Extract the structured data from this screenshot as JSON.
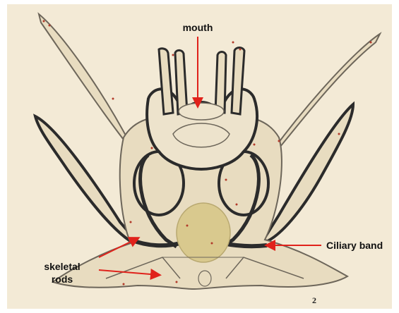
{
  "labels": {
    "mouth": "mouth",
    "ciliary_band": "Ciliary band",
    "skeletal_line1": "skeletal",
    "skeletal_line2": "rods",
    "figure_number": "2"
  },
  "colors": {
    "paper": "#f3ead6",
    "body_fill": "#e8dcc0",
    "body_stroke": "#6d665a",
    "band": "#2b2b2b",
    "stomach": "#d9c98e",
    "arrow": "#e0221b",
    "speck": "#b23a2a"
  }
}
